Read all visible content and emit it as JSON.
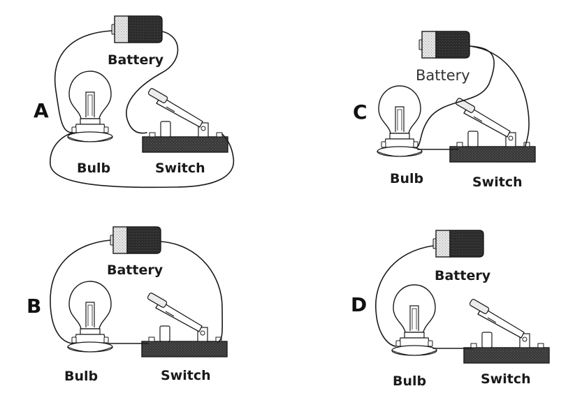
{
  "diagram": {
    "type": "circuit-comparison",
    "description": "Four simple circuits with battery, bulb and open knife switch",
    "colors": {
      "ink": "#1a1a1a",
      "battery_body": "#2b2b2b",
      "battery_cap": "#d9d9d9",
      "switch_base": "#3a3a3a",
      "paper": "#ffffff"
    },
    "panels": [
      {
        "id": "A",
        "letter": "A",
        "labels": {
          "battery": "Battery",
          "bulb": "Bulb",
          "switch": "Switch"
        },
        "switch_state": "open",
        "wiring": "battery left terminal to bulb left terminal; battery right terminal to switch left terminal; bulb left terminal loops under to switch right terminal"
      },
      {
        "id": "C",
        "letter": "C",
        "labels": {
          "battery": "Battery",
          "bulb": "Bulb",
          "switch": "Switch"
        },
        "switch_state": "open",
        "wiring": "battery right terminal to bulb right terminal and to switch right terminal; bulb right terminal to switch left terminal"
      },
      {
        "id": "B",
        "letter": "B",
        "labels": {
          "battery": "Battery",
          "bulb": "Bulb",
          "switch": "Switch"
        },
        "switch_state": "open",
        "wiring": "battery left terminal to bulb left terminal; bulb right terminal to switch left terminal; switch right terminal to battery right terminal"
      },
      {
        "id": "D",
        "letter": "D",
        "labels": {
          "battery": "Battery",
          "bulb": "Bulb",
          "switch": "Switch"
        },
        "switch_state": "open",
        "wiring": "battery left terminal to bulb left terminal; bulb right terminal to switch left terminal; battery right terminal not connected"
      }
    ]
  }
}
